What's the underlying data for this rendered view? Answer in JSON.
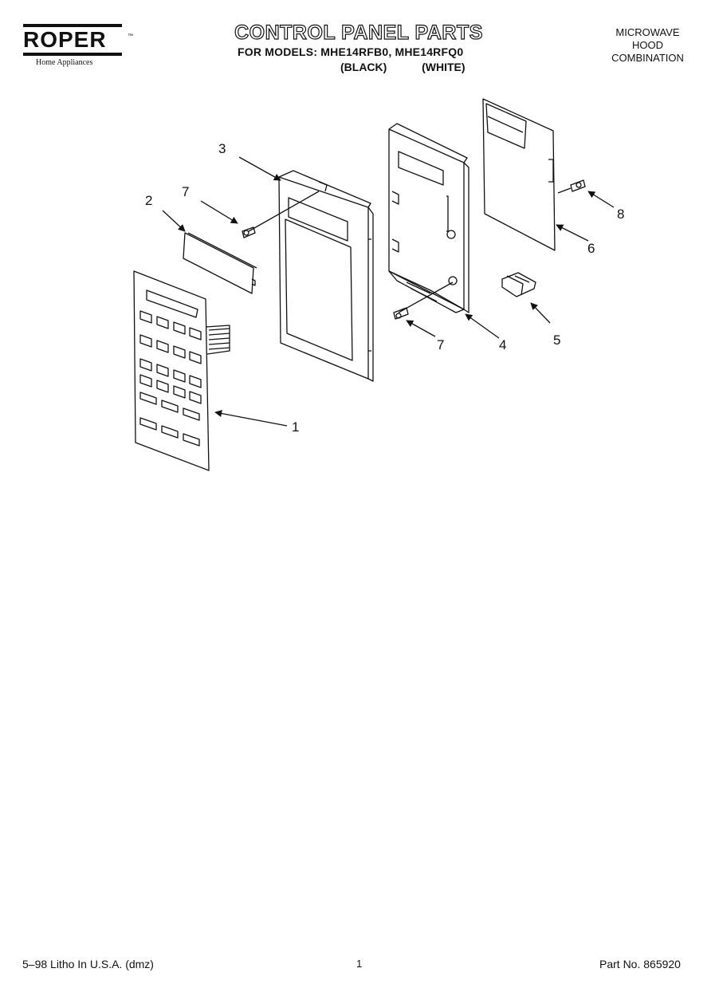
{
  "header": {
    "brand": "ROPER",
    "brand_sub": "Home Appliances",
    "trademark": "™",
    "title": "CONTROL PANEL PARTS",
    "models_line": "FOR MODELS: MHE14RFB0, MHE14RFQ0",
    "variant_black": "(BLACK)",
    "variant_white": "(WHITE)",
    "category": [
      "MICROWAVE",
      "HOOD",
      "COMBINATION"
    ]
  },
  "callouts": {
    "c1": "1",
    "c2": "2",
    "c3": "3",
    "c4": "4",
    "c5": "5",
    "c6": "6",
    "c7a": "7",
    "c7b": "7",
    "c8": "8"
  },
  "footer": {
    "left": "5–98 Litho In U.S.A. (dmz)",
    "page": "1",
    "part_no": "Part No. 865920"
  }
}
